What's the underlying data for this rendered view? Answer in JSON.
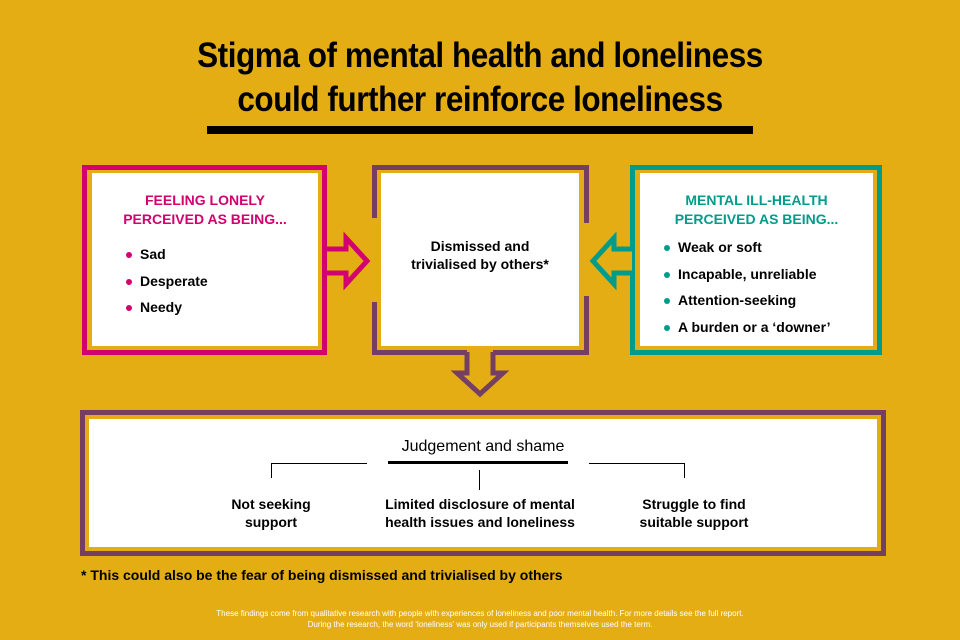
{
  "title": {
    "line1": "Stigma of mental health and loneliness",
    "line2": "could further reinforce loneliness"
  },
  "colors": {
    "background": "#e5ad14",
    "pink": "#d3006f",
    "teal": "#009c8a",
    "purple": "#743f62"
  },
  "left_box": {
    "heading1": "FEELING LONELY",
    "heading2": "PERCEIVED AS BEING...",
    "items": [
      "Sad",
      "Desperate",
      "Needy"
    ]
  },
  "center_box": {
    "line1": "Dismissed and",
    "line2": "trivialised by others*"
  },
  "right_box": {
    "heading1": "MENTAL ILL-HEALTH",
    "heading2": "PERCEIVED AS BEING...",
    "items": [
      "Weak or soft",
      "Incapable, unreliable",
      "Attention-seeking",
      "A burden or a ‘downer’"
    ]
  },
  "bottom_box": {
    "heading": "Judgement and shame",
    "outcomes": [
      {
        "line1": "Not seeking",
        "line2": "support"
      },
      {
        "line1": "Limited disclosure of mental",
        "line2": "health issues and loneliness"
      },
      {
        "line1": "Struggle to find",
        "line2": "suitable support"
      }
    ]
  },
  "footnote": "* This could also be the fear of being dismissed and trivialised by others",
  "footer": {
    "line1": "These findings come from qualitative research with people with experiences of loneliness and poor mental health. For more details see the full report.",
    "line2": "During the research, the word ‘loneliness’ was only used if participants themselves used the term."
  }
}
